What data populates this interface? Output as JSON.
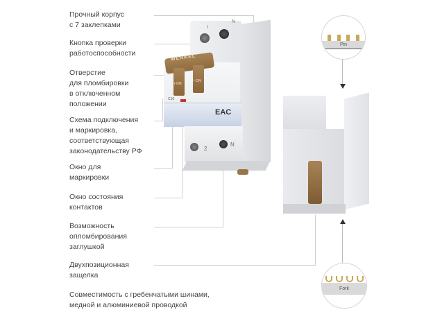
{
  "features": [
    {
      "text": "Прочный корпус\nс 7 заклепками"
    },
    {
      "text": "Кнопка проверки\nработоспособности"
    },
    {
      "text": "Отверстие\nдля пломбировки\nв отключенном\nположении"
    },
    {
      "text": "Схема подключения\nи маркировка,\nсоответствующая\nзаконодательству РФ"
    },
    {
      "text": "Окно для\nмаркировки"
    },
    {
      "text": "Окно состояния\nконтактов"
    },
    {
      "text": "Возможность\nопломбирования\nзаглушкой"
    },
    {
      "text": "Двухпозиционная\nзащелка"
    },
    {
      "text": "Совместимость с гребенчатыми шинами,\nмедной и алюминиевой проводкой"
    }
  ],
  "device_front": {
    "brand": "WERKEL",
    "terminal_top_left": "I",
    "terminal_top_right": "N",
    "terminal_bottom_left": "2",
    "terminal_bottom_right": "N",
    "handle_label": "I-ON",
    "rating": "C16",
    "cert_mark": "EAC"
  },
  "busbar_pin": {
    "label": "Pin"
  },
  "busbar_fork": {
    "label": "Fork"
  },
  "colors": {
    "accent_brown": "#a07a4a",
    "pin_gold": "#c8a85a",
    "body_grey": "#e8e9eb",
    "line_grey": "#cfcfcf"
  }
}
